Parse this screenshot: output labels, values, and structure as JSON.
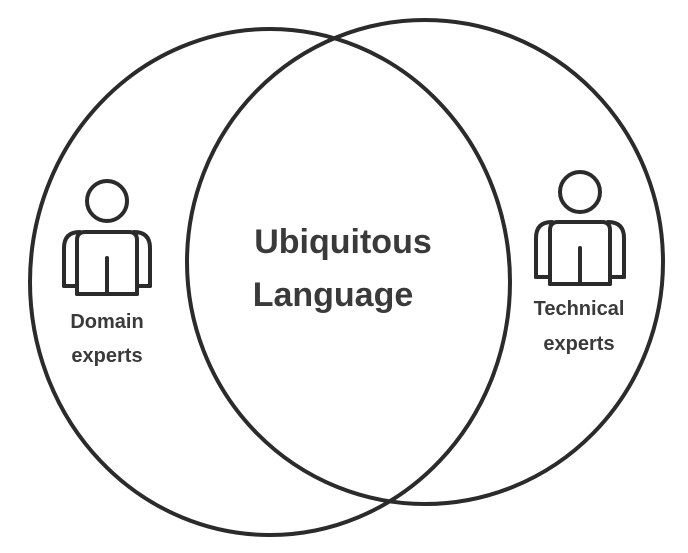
{
  "center": {
    "line1": "Ubiquitous",
    "line2": "Language"
  },
  "left_group": {
    "icon": "person-icon",
    "line1": "Domain",
    "line2": "experts"
  },
  "right_group": {
    "icon": "person-icon",
    "line1": "Technical",
    "line2": "experts"
  },
  "colors": {
    "stroke": "#2b2b2b",
    "text": "#3a3a3a",
    "background": "#ffffff"
  }
}
